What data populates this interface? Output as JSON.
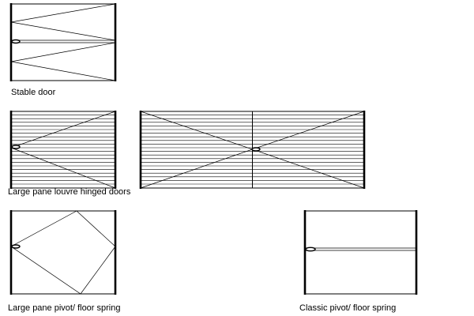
{
  "labels": {
    "stable_door": "Stable door",
    "louvre_doors": "Large pane louvre hinged doors",
    "large_pane_pivot": "Large pane pivot/ floor spring",
    "classic_pivot": "Classic pivot/ floor spring"
  },
  "colors": {
    "line": "#000000",
    "background": "#ffffff"
  }
}
